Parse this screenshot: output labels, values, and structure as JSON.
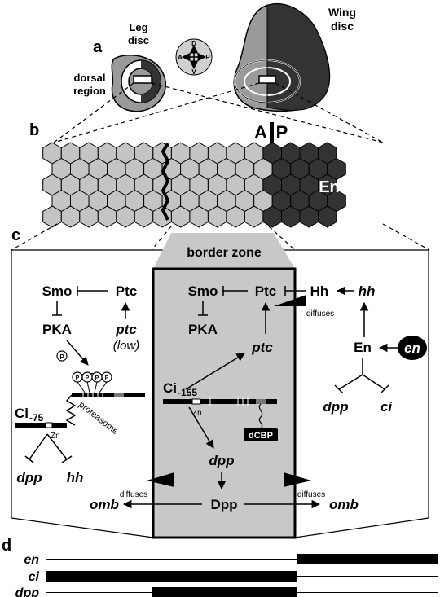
{
  "panels": {
    "a": "a",
    "b": "b",
    "c": "c",
    "d": "d"
  },
  "panel_a": {
    "leg_disc": [
      "Leg",
      "disc"
    ],
    "wing_disc": [
      "Wing",
      "disc"
    ],
    "dorsal_region": [
      "dorsal",
      "region"
    ],
    "compass": {
      "d": "D",
      "v": "V",
      "a": "A",
      "p": "P"
    }
  },
  "panel_b": {
    "a_label": "A",
    "p_label": "P",
    "en_label": "En"
  },
  "panel_c": {
    "border_zone": "border zone",
    "left": {
      "smo": "Smo",
      "ptc": "Ptc",
      "pka": "PKA",
      "ptc_gene": "ptc",
      "low": "(low)",
      "p": "P",
      "proteasome": "proteasome",
      "ci75": "Ci",
      "ci75_sub": "-75",
      "zn": "Zn",
      "dpp": "dpp",
      "hh": "hh"
    },
    "center": {
      "smo": "Smo",
      "ptc": "Ptc",
      "pka": "PKA",
      "ptc_gene": "ptc",
      "ci155": "Ci",
      "ci155_sub": "-155",
      "zn": "Zn",
      "dcbp": "dCBP",
      "dpp_gene": "dpp",
      "dpp_protein": "Dpp"
    },
    "right": {
      "hh_protein": "Hh",
      "hh_gene": "hh",
      "en_protein": "En",
      "en_gene": "en",
      "dpp": "dpp",
      "ci": "ci"
    },
    "diffuses": "diffuses",
    "omb": "omb"
  },
  "panel_d": {
    "genes": [
      {
        "name": "en",
        "start": 0.64,
        "end": 1.0
      },
      {
        "name": "ci",
        "start": 0.0,
        "end": 0.64
      },
      {
        "name": "dpp",
        "start": 0.27,
        "end": 0.64
      }
    ]
  },
  "colors": {
    "light_cell": "#c4c4c4",
    "dark_cell": "#333333",
    "zone_fill": "#c8c8c8",
    "line": "#000000"
  }
}
